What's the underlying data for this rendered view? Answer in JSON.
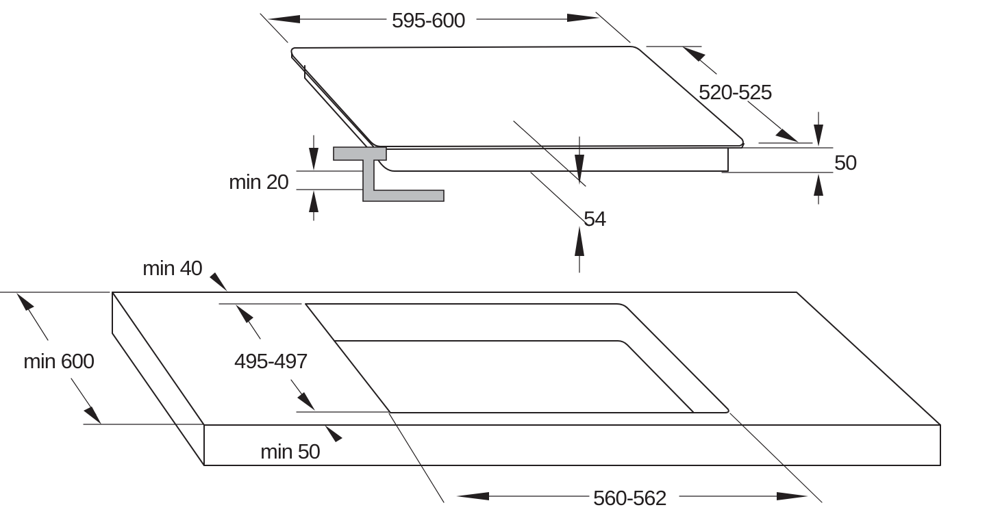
{
  "hob": {
    "width_label": "595-600",
    "depth_label": "520-525",
    "height_label": "50",
    "clearance_label": "54"
  },
  "bracket": {
    "min_thickness_label": "min 20"
  },
  "worktop": {
    "rear_margin_label": "min 40",
    "cutout_depth_label": "495-497",
    "depth_label": "min 600",
    "front_margin_label": "min 50",
    "cutout_width_label": "560-562"
  },
  "colors": {
    "line": "#231f20",
    "bracket_fill": "#bcbec0",
    "background": "#ffffff"
  }
}
